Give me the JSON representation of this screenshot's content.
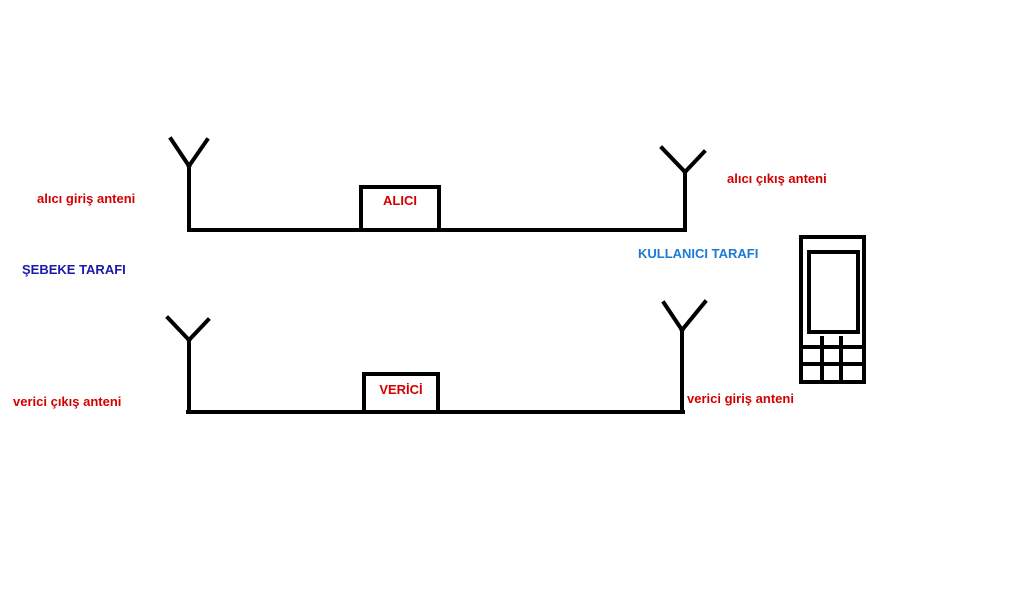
{
  "diagram": {
    "labels": {
      "receiver_input_antenna": "alıcı giriş anteni",
      "receiver_output_antenna": "alıcı çıkış anteni",
      "network_side": "ŞEBEKE TARAFI",
      "user_side": "KULLANICI TARAFI",
      "transmitter_output_antenna": "verici çıkış anteni",
      "transmitter_input_antenna": "verici giriş anteni"
    },
    "boxes": {
      "receiver": "ALICI",
      "transmitter": "VERİCİ"
    },
    "colors": {
      "line": "#000000",
      "label_red": "#d40000",
      "label_navy": "#1a1aa6",
      "label_blue": "#1c7ad4"
    },
    "icons": [
      "antenna-icon",
      "mobile-phone-icon"
    ]
  }
}
